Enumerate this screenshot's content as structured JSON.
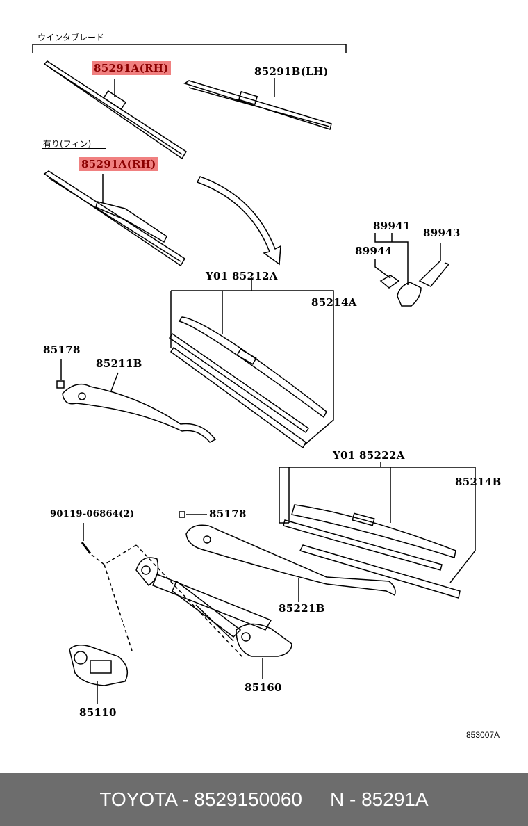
{
  "diagram": {
    "header_jp": "ウインタブレード",
    "sub_jp": "有り(フィン)",
    "labels": {
      "rh_blade_1": "85291A(RH)",
      "lh_blade": "85291B(LH)",
      "rh_blade_2": "85291A(RH)",
      "p89941": "89941",
      "p89943": "89943",
      "p89944": "89944",
      "y01_85212a": "Y01 85212A",
      "p85214a": "85214A",
      "p85178_a": "85178",
      "p85211b": "85211B",
      "y01_85222a": "Y01 85222A",
      "p85214b": "85214B",
      "bolt": "90119-06864(2)",
      "p85178_b": "85178",
      "p85221b": "85221B",
      "p85160": "85160",
      "p85110": "85110",
      "ref": "853007A"
    },
    "highlight_color": "#f08080"
  },
  "footer": {
    "part": "TOYOTA - 8529150060",
    "ref": "N - 85291A"
  }
}
